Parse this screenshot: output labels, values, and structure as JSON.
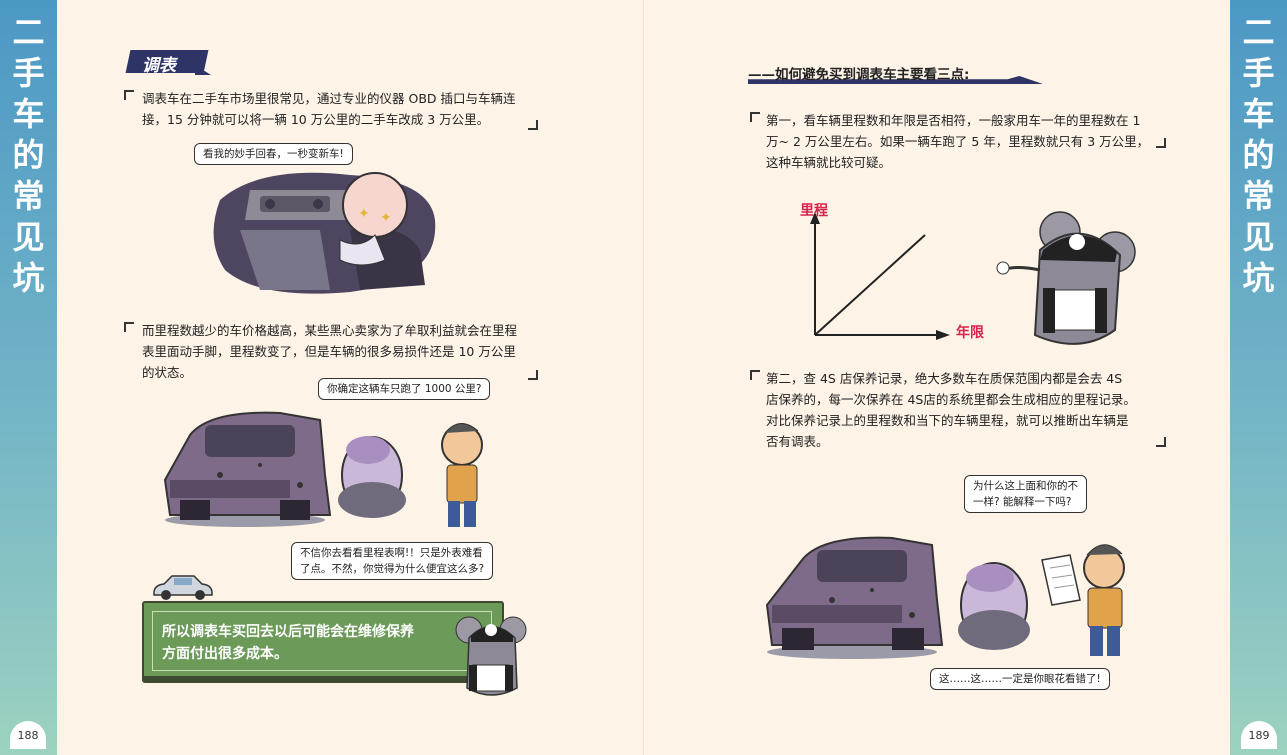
{
  "side_title": [
    "二",
    "手",
    "车",
    "的",
    "常",
    "见",
    "坑"
  ],
  "page_left": "188",
  "page_right": "189",
  "left": {
    "tag": "调表",
    "para1": [
      "调表车在二手车市场里很常见，通过专业的仪器 OBD 插口与车辆连",
      "接，15 分钟就可以将一辆 10 万公里的二手车改成 3 万公里。"
    ],
    "bubble1": "看我的妙手回春，一秒变新车!",
    "para2": [
      "而里程数越少的车价格越高，某些黑心卖家为了牟取利益就会在里程",
      "表里面动手脚，里程数变了，但是车辆的很多易损件还是 10 万公里",
      "的状态。"
    ],
    "bubble2": "你确定这辆车只跑了 1000 公里?",
    "bubble3": [
      "不信你去看看里程表啊!！只是外表难看",
      "了点。不然，你觉得为什么便宜这么多?"
    ],
    "callout": [
      "所以调表车买回去以后可能会在维修保养",
      "方面付出很多成本。"
    ]
  },
  "right": {
    "heading": "——如何避免买到调表车主要看三点:",
    "para1": [
      "第一，看车辆里程数和年限是否相符，一般家用车一年的里程数在 1",
      "万~ 2 万公里左右。如果一辆车跑了 5 年，里程数就只有 3 万公里，",
      "这种车辆就比较可疑。"
    ],
    "para2": [
      "第二，查 4S 店保养记录，绝大多数车在质保范围内都是会去 4S",
      "店保养的，每一次保养在 4S店的系统里都会生成相应的里程记录。",
      "对比保养记录上的里程数和当下的车辆里程，就可以推断出车辆是",
      "否有调表。"
    ],
    "bubble1": [
      "为什么这上面和你的不",
      "一样? 能解释一下吗?"
    ],
    "bubble2": "这……这……一定是你眼花看错了!"
  },
  "chart_data": {
    "type": "line",
    "ylabel": "里程",
    "xlabel": "年限",
    "series": [
      {
        "values": [
          [
            0,
            0
          ],
          [
            1,
            1
          ]
        ]
      }
    ]
  },
  "colors": {
    "accent_blue": "#4c98c5",
    "navy": "#2e3466",
    "chart_red": "#d9234d",
    "callout_green": "#6b9a59"
  }
}
